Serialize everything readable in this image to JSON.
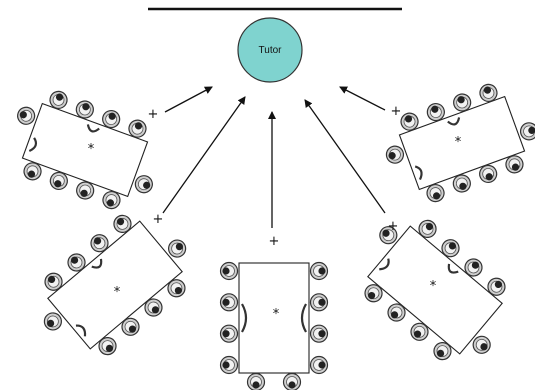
{
  "tutor": {
    "label": "Tutor",
    "fill": "#7fd3cf"
  },
  "groups": [
    {
      "id": "left",
      "plus": "+",
      "star": "*"
    },
    {
      "id": "lower-left",
      "plus": "+",
      "star": "*"
    },
    {
      "id": "center",
      "plus": "+",
      "star": "*"
    },
    {
      "id": "lower-right",
      "plus": "+",
      "star": "*"
    },
    {
      "id": "right",
      "plus": "+",
      "star": "*"
    }
  ],
  "colors": {
    "line": "#111111",
    "chair": "#bbbbbb",
    "head": "#222222"
  }
}
